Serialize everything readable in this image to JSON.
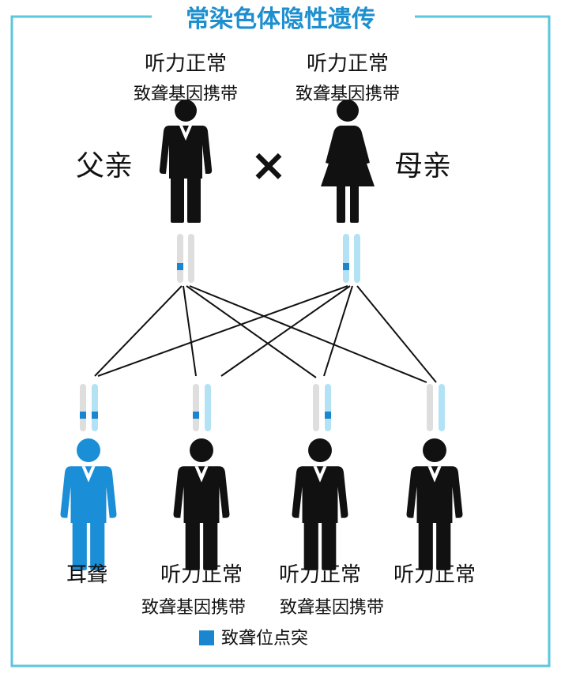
{
  "title": "常染色体隐性遗传",
  "colors": {
    "frame": "#5bc6de",
    "title": "#1e8fcf",
    "person": "#111111",
    "affected": "#1a8ed6",
    "chrom_father": "#dedede",
    "chrom_mother": "#b3e2f5",
    "mutation": "#1a86cf",
    "line": "#111111"
  },
  "parents": {
    "father": {
      "label": "父亲",
      "status": "听力正常",
      "carrier": "致聋基因携带"
    },
    "mother": {
      "label": "母亲",
      "status": "听力正常",
      "carrier": "致聋基因携带"
    },
    "cross_symbol": "×"
  },
  "children": [
    {
      "status": "耳聋",
      "carrier": ""
    },
    {
      "status": "听力正常",
      "carrier": "致聋基因携带"
    },
    {
      "status": "听力正常",
      "carrier": "致聋基因携带"
    },
    {
      "status": "听力正常",
      "carrier": ""
    }
  ],
  "legend": {
    "label": "致聋位点突"
  }
}
